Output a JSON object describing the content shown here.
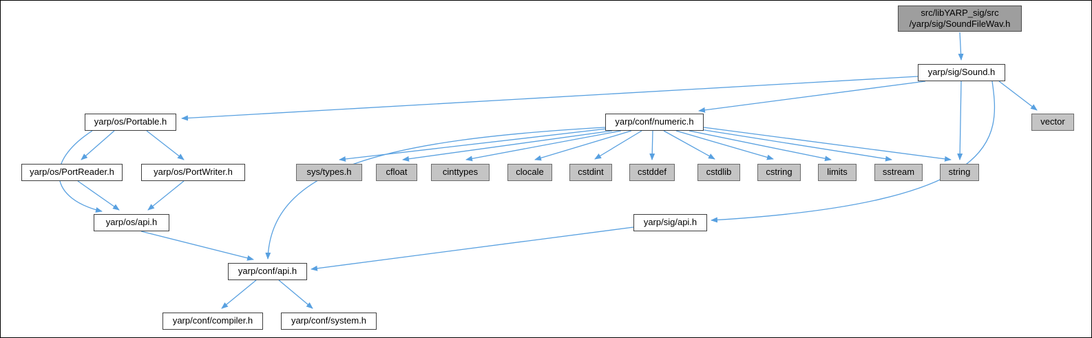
{
  "diagram": {
    "type": "include-dependency-graph",
    "title": "Include dependency graph for SoundFileWav.h",
    "edge_color": "#58a0e0",
    "current_node_fill": "#9e9e9e",
    "system_node_fill": "#c4c4c4",
    "file_node_fill": "#ffffff"
  },
  "nodes": [
    {
      "id": "soundfilewav",
      "label": "src/libYARP_sig/src\n/yarp/sig/SoundFileWav.h",
      "kind": "current"
    },
    {
      "id": "sound",
      "label": "yarp/sig/Sound.h",
      "kind": "file"
    },
    {
      "id": "vector",
      "label": "vector",
      "kind": "system"
    },
    {
      "id": "portable",
      "label": "yarp/os/Portable.h",
      "kind": "file"
    },
    {
      "id": "numeric",
      "label": "yarp/conf/numeric.h",
      "kind": "file"
    },
    {
      "id": "portreader",
      "label": "yarp/os/PortReader.h",
      "kind": "file"
    },
    {
      "id": "portwriter",
      "label": "yarp/os/PortWriter.h",
      "kind": "file"
    },
    {
      "id": "systypes",
      "label": "sys/types.h",
      "kind": "system"
    },
    {
      "id": "cfloat",
      "label": "cfloat",
      "kind": "system"
    },
    {
      "id": "cinttypes",
      "label": "cinttypes",
      "kind": "system"
    },
    {
      "id": "clocale",
      "label": "clocale",
      "kind": "system"
    },
    {
      "id": "cstdint",
      "label": "cstdint",
      "kind": "system"
    },
    {
      "id": "cstddef",
      "label": "cstddef",
      "kind": "system"
    },
    {
      "id": "cstdlib",
      "label": "cstdlib",
      "kind": "system"
    },
    {
      "id": "cstring",
      "label": "cstring",
      "kind": "system"
    },
    {
      "id": "limits",
      "label": "limits",
      "kind": "system"
    },
    {
      "id": "sstream",
      "label": "sstream",
      "kind": "system"
    },
    {
      "id": "string",
      "label": "string",
      "kind": "system"
    },
    {
      "id": "osapi",
      "label": "yarp/os/api.h",
      "kind": "file"
    },
    {
      "id": "sigapi",
      "label": "yarp/sig/api.h",
      "kind": "file"
    },
    {
      "id": "confapi",
      "label": "yarp/conf/api.h",
      "kind": "file"
    },
    {
      "id": "compiler",
      "label": "yarp/conf/compiler.h",
      "kind": "file"
    },
    {
      "id": "system",
      "label": "yarp/conf/system.h",
      "kind": "file"
    }
  ],
  "edges": [
    {
      "from": "soundfilewav",
      "to": "sound"
    },
    {
      "from": "sound",
      "to": "portable"
    },
    {
      "from": "sound",
      "to": "numeric"
    },
    {
      "from": "sound",
      "to": "vector"
    },
    {
      "from": "sound",
      "to": "string"
    },
    {
      "from": "sound",
      "to": "sigapi"
    },
    {
      "from": "portable",
      "to": "portreader"
    },
    {
      "from": "portable",
      "to": "portwriter"
    },
    {
      "from": "portable",
      "to": "osapi"
    },
    {
      "from": "portreader",
      "to": "osapi"
    },
    {
      "from": "portwriter",
      "to": "osapi"
    },
    {
      "from": "numeric",
      "to": "systypes"
    },
    {
      "from": "numeric",
      "to": "cfloat"
    },
    {
      "from": "numeric",
      "to": "cinttypes"
    },
    {
      "from": "numeric",
      "to": "clocale"
    },
    {
      "from": "numeric",
      "to": "cstdint"
    },
    {
      "from": "numeric",
      "to": "cstddef"
    },
    {
      "from": "numeric",
      "to": "cstdlib"
    },
    {
      "from": "numeric",
      "to": "cstring"
    },
    {
      "from": "numeric",
      "to": "limits"
    },
    {
      "from": "numeric",
      "to": "sstream"
    },
    {
      "from": "numeric",
      "to": "string"
    },
    {
      "from": "numeric",
      "to": "confapi"
    },
    {
      "from": "osapi",
      "to": "confapi"
    },
    {
      "from": "sigapi",
      "to": "confapi"
    },
    {
      "from": "confapi",
      "to": "compiler"
    },
    {
      "from": "confapi",
      "to": "system"
    }
  ]
}
